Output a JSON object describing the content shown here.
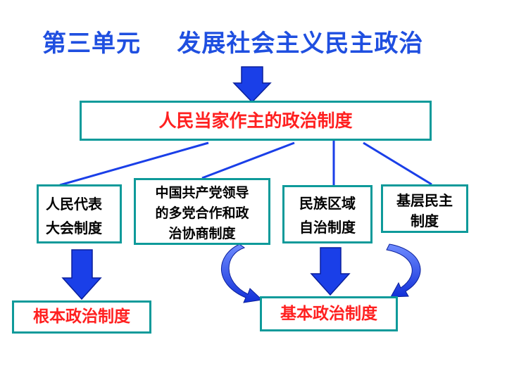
{
  "title": {
    "unit": "第三单元",
    "topic": "发展社会主义民主政治"
  },
  "central_node": "人民当家作主的政治制度",
  "institutions": {
    "npc": [
      "人民代表",
      "大会制度"
    ],
    "cpc_cooperation": [
      "中国共产党领导",
      "的多党合作和政",
      "治协商制度"
    ],
    "ethnic_autonomy": [
      "民族区域",
      "自治制度"
    ],
    "grassroots": [
      "基层民主",
      "制度"
    ]
  },
  "categories": {
    "fundamental": "根本政治制度",
    "basic": "基本政治制度"
  },
  "colors": {
    "title": "#1f4fe0",
    "box_border": "#0e9a9a",
    "highlight_text": "#ff2020",
    "arrow_fill": "#1a3fe8",
    "connector": "#1a3fe8"
  },
  "icons": {
    "down_arrow": "down-arrow-icon",
    "curved_arrow": "curved-arrow-icon"
  }
}
